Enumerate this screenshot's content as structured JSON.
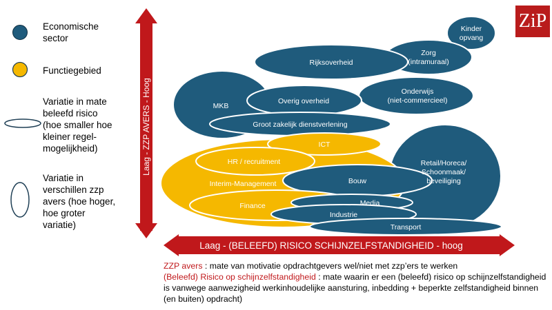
{
  "legend": {
    "sector": "Economische\nsector",
    "function": "Functiegebied",
    "risk_variation": "Variatie in mate\nbeleefd risico\n(hoe smaller hoe\nkleiner regel-\nmogelijkheid)",
    "zzp_variation": "Variatie in\nverschillen zzp\navers (hoe hoger,\nhoe groter\nvariatie)"
  },
  "colors": {
    "sector": "#1f5b7c",
    "function": "#f5b800",
    "arrow": "#c0181b",
    "logo": "#b91c1c"
  },
  "logo_text": "ZiP",
  "axis": {
    "y_label": "Laag    -    ZZP AVERS    -    Hoog",
    "x_label": "Laag    -      (BELEEFD) RISICO SCHIJNZELFSTANDIGHEID      -    hoog"
  },
  "bubbles": {
    "kinderopvang": "Kinder\nopvang",
    "zorg": "Zorg\n(intramuraal)",
    "rijksoverheid": "Rijksoverheid",
    "mkb": "MKB",
    "overig_overheid": "Overig overheid",
    "onderwijs": "Onderwijs\n(niet-commercieel)",
    "groot_zakelijk": "Groot zakelijk dienstverlening",
    "ict": "ICT",
    "retail": "Retail/Horeca/\nSchoonmaak/\nbeveiliging",
    "hr": "HR / recruitment",
    "interim": "Interim-Management",
    "bouw": "Bouw",
    "media": "Media",
    "finance": "Finance",
    "industrie": "Industrie",
    "transport": "Transport"
  },
  "footnote": {
    "term1": "ZZP avers",
    "def1": " : mate van motivatie opdrachtgevers  wel/niet met zzp’ers te werken",
    "term2": "(Beleefd) Risico op schijnzelfstandigheid",
    "def2": " :  mate waarin er een (beleefd) risico op schijnzelfstandigheid is vanwege aanwezigheid werkinhoudelijke aansturing, inbedding + beperkte zelfstandigheid binnen (en buiten) opdracht)"
  }
}
